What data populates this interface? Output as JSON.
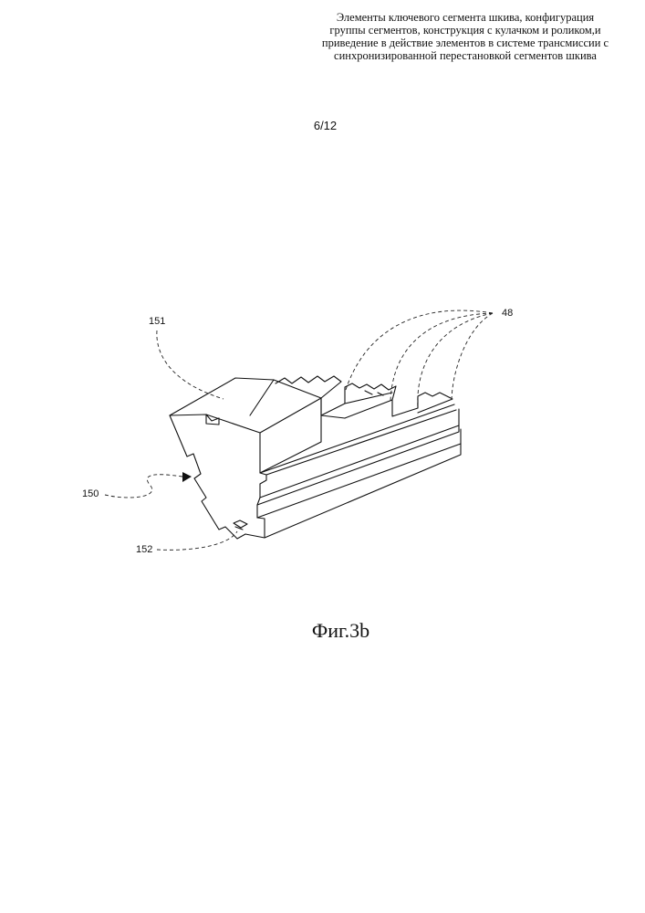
{
  "header": {
    "lines": [
      "Элементы ключевого сегмента шкива, конфигурация",
      "группы сегментов, конструкция с кулачком и роликом,и",
      "приведение в действие элементов в системе трансмиссии с",
      "синхронизированной  перестановкой сегментов шкива"
    ]
  },
  "sheet_number": "6/12",
  "labels": {
    "ref_151": "151",
    "ref_48": "48",
    "ref_150": "150",
    "ref_152": "152"
  },
  "caption": "Фиг.3b"
}
